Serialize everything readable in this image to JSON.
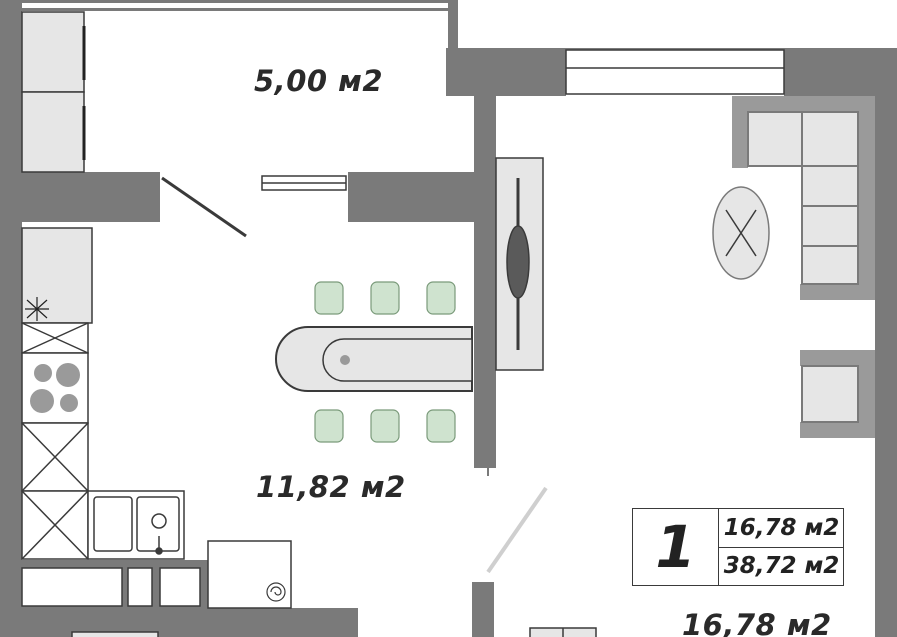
{
  "rooms": [
    {
      "id": "balcony",
      "area": "5,00 м2"
    },
    {
      "id": "kitchen",
      "area": "11,82 м2"
    },
    {
      "id": "living-room",
      "area": "16,78 м2"
    }
  ],
  "summary": {
    "room_count": "1",
    "living_area": "16,78 м2",
    "total_area": "38,72 м2"
  },
  "colors": {
    "wall": "#7a7a7a",
    "furniture_fill": "#e6e6e6",
    "chair_fill": "#cfe3cf",
    "outline": "#3a3a3a"
  }
}
